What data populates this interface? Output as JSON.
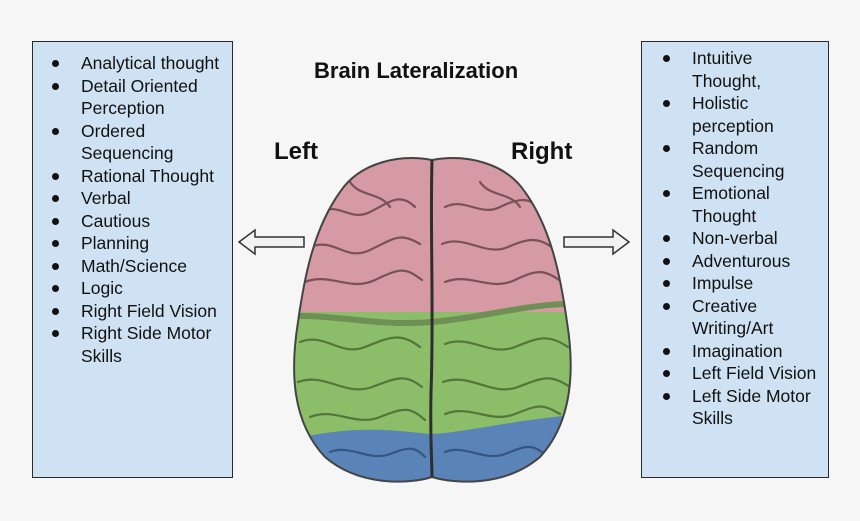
{
  "title": "Brain Lateralization",
  "left_label": "Left",
  "right_label": "Right",
  "left_list": [
    "Analytical thought",
    "Detail Oriented Perception",
    "Ordered Sequencing",
    "Rational Thought",
    "Verbal",
    "Cautious",
    "Planning",
    "Math/Science",
    "Logic",
    "Right Field Vision",
    "Right Side Motor Skills"
  ],
  "right_list": [
    "Intuitive Thought,",
    "Holistic perception",
    "Random Sequencing",
    "Emotional Thought",
    "Non-verbal",
    "Adventurous",
    "Impulse",
    "Creative Writing/Art",
    "Imagination",
    "Left Field Vision",
    "Left Side Motor Skills"
  ],
  "colors": {
    "panel_fill": "#cfe2f3",
    "frontal_lobe": "#d89aa2",
    "parietal_lobe": "#8fbf6a",
    "occipital_lobe": "#5b84b8"
  }
}
